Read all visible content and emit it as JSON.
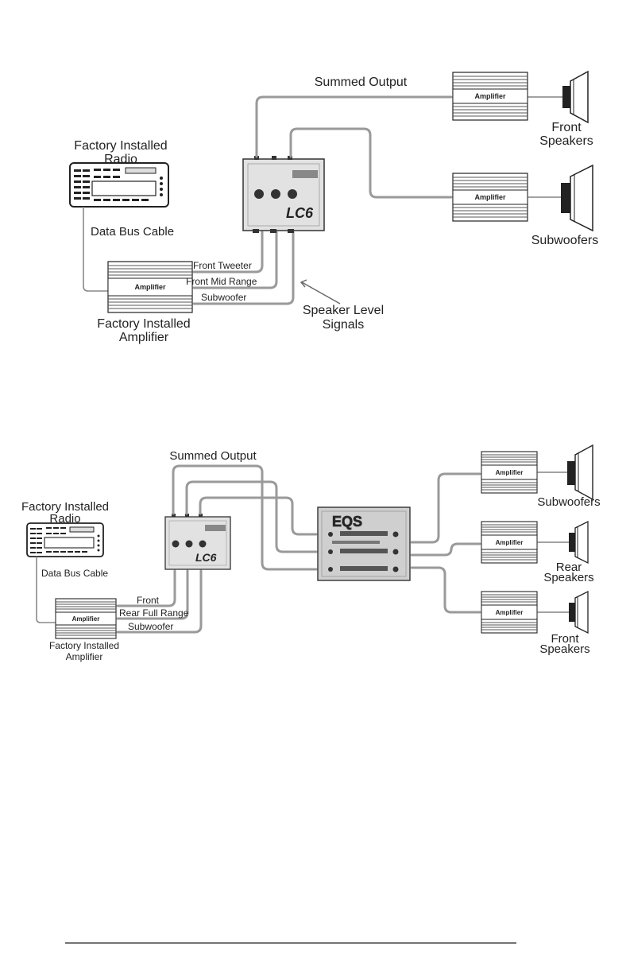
{
  "diagram1": {
    "radio_label": [
      "Factory Installed",
      "Radio"
    ],
    "data_bus_label": "Data Bus Cable",
    "factory_amp_label": [
      "Factory Installed",
      "Amplifier"
    ],
    "amp_box_label": "Amplifier",
    "summed_output_label": "Summed Output",
    "front_speakers_label": [
      "Front",
      "Speakers"
    ],
    "subwoofers_label": "Subwoofers",
    "speaker_level_label": [
      "Speaker Level",
      "Signals"
    ],
    "channels": [
      "Front Tweeter",
      "Front Mid Range",
      "Subwoofer"
    ],
    "lc_logo": "LC6"
  },
  "diagram2": {
    "radio_label": [
      "Factory Installed",
      "Radio"
    ],
    "data_bus_label": "Data Bus Cable",
    "factory_amp_label": [
      "Factory Installed",
      "Amplifier"
    ],
    "amp_box_label": "Amplifier",
    "summed_output_label": "Summed Output",
    "channels": [
      "Front",
      "Rear Full Range",
      "Subwoofer"
    ],
    "lc_logo": "LC6",
    "eq_logo": "EQS",
    "outputs": [
      {
        "amp": "Amplifier",
        "speaker": [
          "Subwoofers"
        ]
      },
      {
        "amp": "Amplifier",
        "speaker": [
          "Rear",
          "Speakers"
        ]
      },
      {
        "amp": "Amplifier",
        "speaker": [
          "Front",
          "Speakers"
        ]
      }
    ]
  },
  "colors": {
    "wire": "#9a9a9a",
    "device_fill": "#e2e2e2",
    "line": "#222222"
  }
}
